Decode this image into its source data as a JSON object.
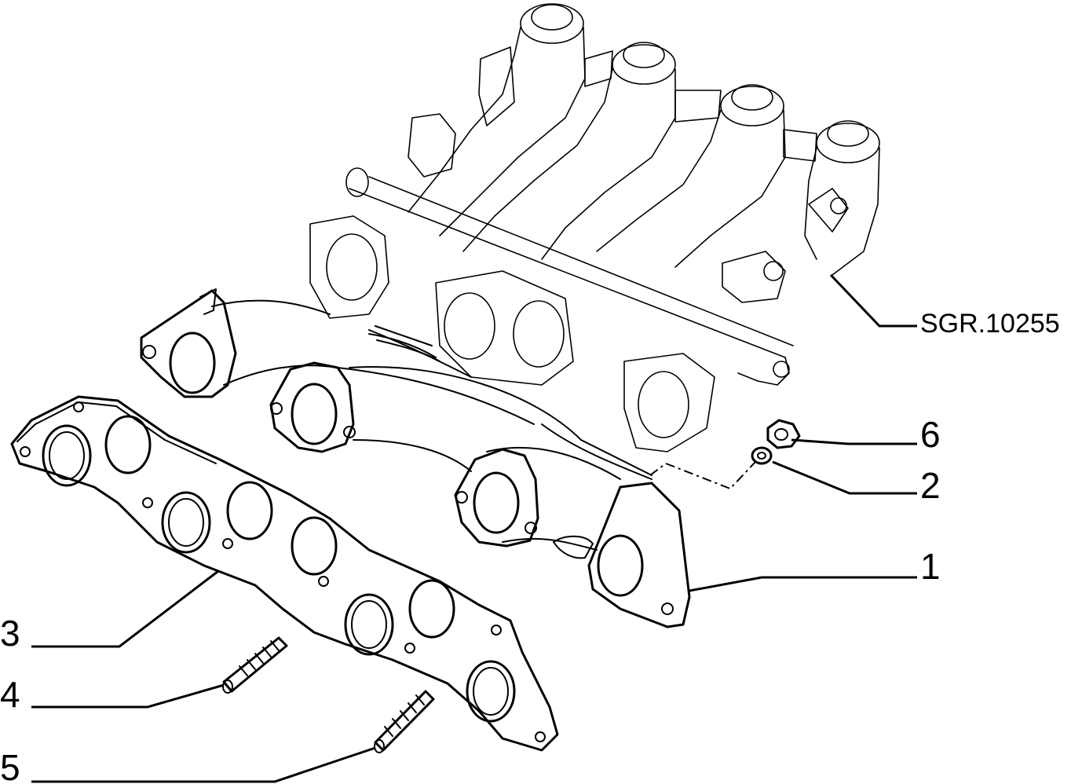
{
  "diagram": {
    "reference_code": "SGR.10255",
    "callouts": [
      {
        "id": "callout-1",
        "label": "1"
      },
      {
        "id": "callout-2",
        "label": "2"
      },
      {
        "id": "callout-3",
        "label": "3"
      },
      {
        "id": "callout-4",
        "label": "4"
      },
      {
        "id": "callout-5",
        "label": "5"
      },
      {
        "id": "callout-6",
        "label": "6"
      }
    ]
  },
  "colors": {
    "ink": "#000000",
    "paper": "#ffffff"
  }
}
